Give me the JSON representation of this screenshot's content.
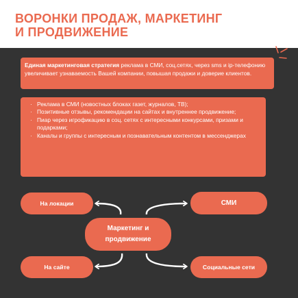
{
  "header": {
    "title_line1": "ВОРОНКИ ПРОДАЖ, МАРКЕТИНГ",
    "title_line2": "И ПРОДВИЖЕНИЕ"
  },
  "strategy": {
    "bold": "Единая маркетинговая стратегия",
    "text": " реклама в СМИ, соц.сетях, через sms и ip-телефонию увеличивает узнаваемость Вашей компании, повышая продажи и доверие клиентов."
  },
  "bullets": [
    "Реклама в  СМИ (новостных блоках газет, журналов, ТВ);",
    "Позитивные отзывы, рекомендации на сайтах и внутреннее продвижение;",
    "Пиар через игрофикацию в соц. сетях с интересными конкурсами, призами и подарками;",
    "Каналы и группы с интересным и познавательным контентом в мессенджерах"
  ],
  "diagram": {
    "center": "Маркетинг и продвижение",
    "top_left": "На локации",
    "top_right": "СМИ",
    "bottom_left": "На сайте",
    "bottom_right": "Социальные сети"
  },
  "colors": {
    "accent": "#ea6a50",
    "background": "#333333",
    "header": "#ffffff"
  }
}
